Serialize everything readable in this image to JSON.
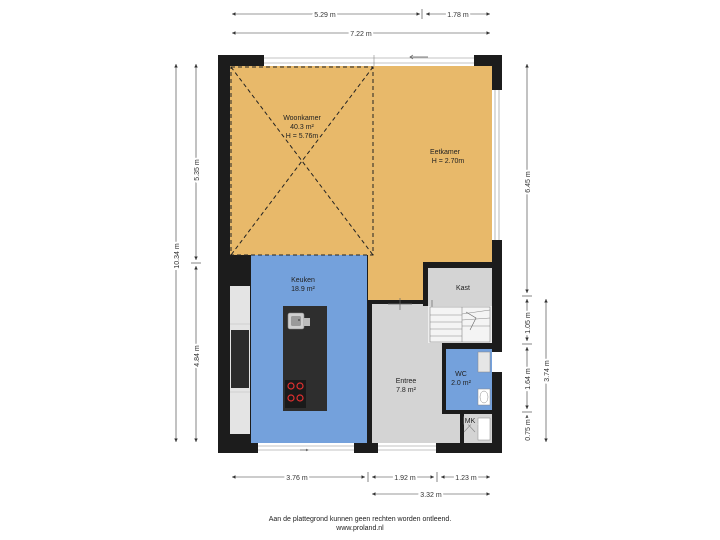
{
  "colors": {
    "living": "#e8b96a",
    "kitchen": "#74a1dc",
    "hall": "#d4d4d4",
    "wc": "#74a1dc",
    "wall": "#1c1c1c",
    "dim_line": "#333333"
  },
  "dimensions": {
    "top_left": "5.29 m",
    "top_right": "1.78 m",
    "top_total": "7.22 m",
    "left_total": "10.34 m",
    "left_upper": "5.35 m",
    "left_lower": "4.84 m",
    "right_upper": "6.45 m",
    "right_a": "1.05 m",
    "right_b": "1.64 m",
    "right_c": "0.75 m",
    "right_total": "3.74 m",
    "bottom_a": "3.76 m",
    "bottom_b": "1.92 m",
    "bottom_c": "1.23 m",
    "bottom_total": "3.32 m"
  },
  "rooms": {
    "woonkamer": {
      "name": "Woonkamer",
      "area": "40.3 m²",
      "height": "H = 5.76m"
    },
    "eetkamer": {
      "name": "Eetkamer",
      "height": "H = 2.70m"
    },
    "keuken": {
      "name": "Keuken",
      "area": "18.9 m²"
    },
    "kast": {
      "name": "Kast"
    },
    "entree": {
      "name": "Entree",
      "area": "7.8 m²"
    },
    "wc": {
      "name": "WC",
      "area": "2.0 m²"
    },
    "mk": {
      "name": "MK"
    }
  },
  "icons": {
    "sink": "sink-icon",
    "cooktop": "cooktop-icon",
    "toilet": "toilet-icon",
    "stairs": "stairs-icon",
    "door_arrow": "arrow-left-icon"
  },
  "footer": {
    "disclaimer": "Aan de plattegrond kunnen geen rechten worden ontleend.",
    "website": "www.proland.nl"
  }
}
